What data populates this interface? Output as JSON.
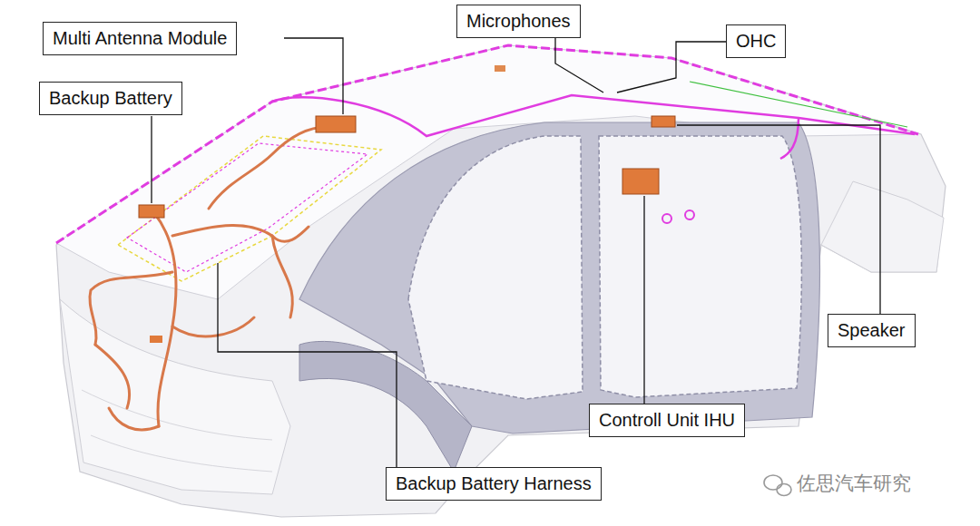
{
  "diagram": {
    "nodes": [
      {
        "text": [
          "Microphones"
        ]
      },
      {
        "text": [
          "Multi Antenna Module"
        ]
      },
      {
        "text": [
          "OHC"
        ]
      },
      {
        "text": [
          "Backup Battery"
        ]
      },
      {
        "text": [
          "Speaker"
        ]
      },
      {
        "text": [
          "Controll Unit IHU"
        ]
      },
      {
        "text": [
          "Backup Battery Harness"
        ]
      }
    ],
    "labels": [
      "佐思汽车研究"
    ]
  }
}
